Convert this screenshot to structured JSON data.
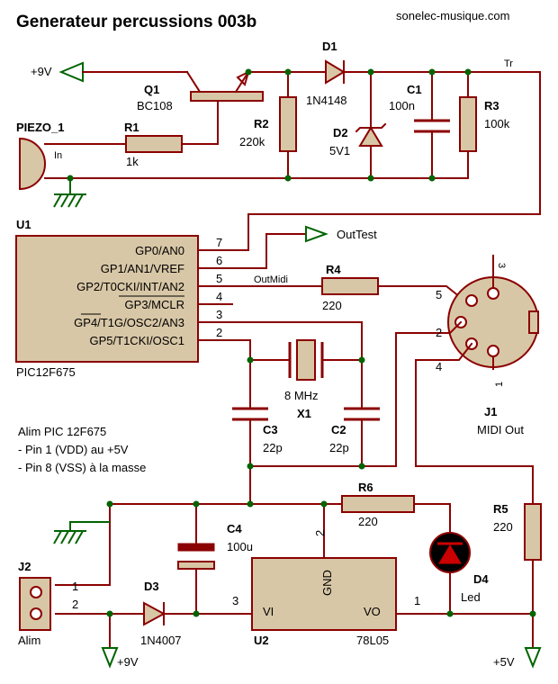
{
  "title": "Generateur percussions 003b",
  "site": "sonelec-musique.com",
  "nets": {
    "plus9v_top": "+9V",
    "tr": "Tr",
    "outtest": "OutTest",
    "outmidi": "OutMidi",
    "plus9v_bottom": "+9V",
    "plus5v": "+5V"
  },
  "components": {
    "q1": {
      "ref": "Q1",
      "value": "BC108"
    },
    "d1": {
      "ref": "D1",
      "value": "1N4148"
    },
    "c1": {
      "ref": "C1",
      "value": "100n"
    },
    "r3": {
      "ref": "R3",
      "value": "100k"
    },
    "r2": {
      "ref": "R2",
      "value": "220k"
    },
    "d2": {
      "ref": "D2",
      "value": "5V1"
    },
    "r1": {
      "ref": "R1",
      "value": "1k"
    },
    "piezo": {
      "ref": "PIEZO_1",
      "pin": "In"
    },
    "u1": {
      "ref": "U1",
      "value": "PIC12F675",
      "pins": [
        {
          "name": "GP0/AN0",
          "num": "7"
        },
        {
          "name": "GP1/AN1/VREF",
          "num": "6"
        },
        {
          "name": "GP2/T0CKI/INT/AN2",
          "num": "5"
        },
        {
          "name": "GP3/MCLR",
          "num": "4"
        },
        {
          "name": "GP4/T1G/OSC2/AN3",
          "num": "3"
        },
        {
          "name": "GP5/T1CKI/OSC1",
          "num": "2"
        }
      ]
    },
    "r4": {
      "ref": "R4",
      "value": "220"
    },
    "j1": {
      "ref": "J1",
      "value": "MIDI Out",
      "pins": [
        "5",
        "2",
        "4",
        "3",
        "1"
      ]
    },
    "x1": {
      "ref": "X1",
      "value": "8 MHz"
    },
    "c3": {
      "ref": "C3",
      "value": "22p"
    },
    "c2": {
      "ref": "C2",
      "value": "22p"
    },
    "r5": {
      "ref": "R5",
      "value": "220"
    },
    "r6": {
      "ref": "R6",
      "value": "220"
    },
    "c4": {
      "ref": "C4",
      "value": "100u"
    },
    "d4": {
      "ref": "D4",
      "value": "Led"
    },
    "j2": {
      "ref": "J2",
      "value": "Alim",
      "pins": [
        "1",
        "2"
      ]
    },
    "d3": {
      "ref": "D3",
      "value": "1N4007"
    },
    "u2": {
      "ref": "U2",
      "value": "78L05",
      "pin_vi": "VI",
      "pin_vo": "VO",
      "pin_gnd": "GND",
      "pin_nums": [
        "3",
        "1",
        "2"
      ]
    }
  },
  "notes": [
    "Alim PIC 12F675",
    "- Pin 1 (VDD) au +5V",
    "- Pin 8 (VSS) à la masse"
  ],
  "colors": {
    "wire": "#8b0000",
    "body": "#d8c7a6",
    "junction": "#006400",
    "ground": "#006400",
    "led": "#cc0000"
  }
}
